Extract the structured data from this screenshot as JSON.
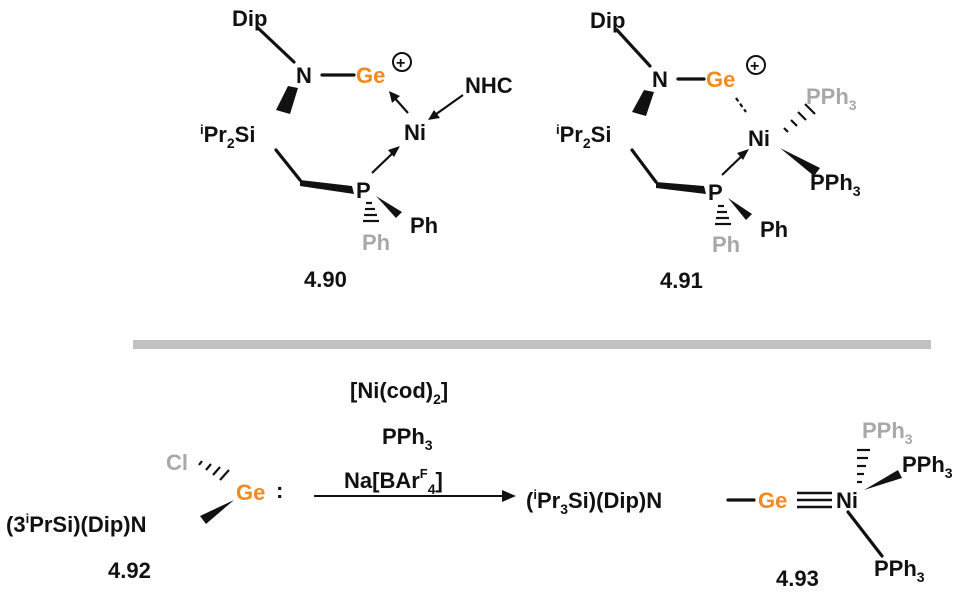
{
  "structures": {
    "s490": {
      "dip": "Dip",
      "n": "N",
      "ge": "Ge",
      "plus": "+",
      "nhc": "NHC",
      "ni": "Ni",
      "si_pre": "i",
      "si_main": "Pr",
      "si_sub": "2",
      "si_end": "Si",
      "p": "P",
      "ph_black": "Ph",
      "ph_gray": "Ph",
      "label": "4.90"
    },
    "s491": {
      "dip": "Dip",
      "n": "N",
      "ge": "Ge",
      "plus": "+",
      "ni": "Ni",
      "pph3_gray_main": "PPh",
      "pph3_gray_sub": "3",
      "pph3_black_main": "PPh",
      "pph3_black_sub": "3",
      "si_pre": "i",
      "si_main": "Pr",
      "si_sub": "2",
      "si_end": "Si",
      "p": "P",
      "ph_black": "Ph",
      "ph_gray": "Ph",
      "label": "4.91"
    }
  },
  "reaction": {
    "reagent1_main": "[Ni(cod)",
    "reagent1_sub": "2",
    "reagent1_end": "]",
    "reagent2_main": "PPh",
    "reagent2_sub": "3",
    "reagent3_main": "Na[BAr",
    "reagent3_sup": "F",
    "reagent3_sub": "4",
    "reagent3_end": "]",
    "start": {
      "cl": "Cl",
      "ge": "Ge",
      "lone_pair": ":",
      "ligand_pre": "(3",
      "ligand_sup": "i",
      "ligand_main": "PrSi)(Dip)N",
      "label": "4.92"
    },
    "product": {
      "ligand_pre": "(",
      "ligand_sup": "i",
      "ligand_main": "Pr",
      "ligand_sub": "3",
      "ligand_end": "Si)(Dip)N",
      "ge": "Ge",
      "ni": "Ni",
      "pph3_gray_main": "PPh",
      "pph3_gray_sub": "3",
      "pph3_right_main": "PPh",
      "pph3_right_sub": "3",
      "pph3_bottom_main": "PPh",
      "pph3_bottom_sub": "3",
      "label": "4.93"
    }
  },
  "colors": {
    "germanium": "#f28a1e",
    "gray_ligand": "#a8a8a8",
    "separator": "#c2c2c2"
  }
}
